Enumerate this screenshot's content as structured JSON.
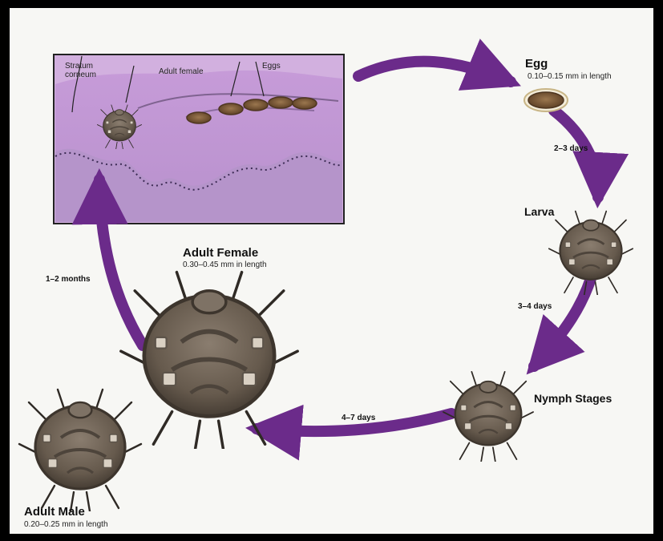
{
  "colors": {
    "arrow": "#6b2b8a",
    "skin_top": "#c79ad6",
    "skin_bottom": "#b58ccd",
    "mite_body": "#6f6456",
    "mite_shadow": "#4e463d",
    "egg": "#7a5b3a"
  },
  "skin_panel": {
    "stratum_corneum_label": "Stratum\ncorneum",
    "adult_female_label": "Adult female",
    "eggs_label": "Eggs"
  },
  "stages": {
    "egg": {
      "title": "Egg",
      "size": "0.10–0.15 mm in length"
    },
    "larva": {
      "title": "Larva"
    },
    "nymph": {
      "title": "Nymph Stages"
    },
    "adult_female": {
      "title": "Adult Female",
      "size": "0.30–0.45 mm in length"
    },
    "adult_male": {
      "title": "Adult Male",
      "size": "0.20–0.25 mm in length"
    }
  },
  "durations": {
    "egg_to_larva": "2–3 days",
    "larva_to_nymph": "3–4 days",
    "nymph_to_adult": "4–7 days",
    "adult_to_skin": "1–2 months"
  },
  "icons": {
    "mite": "mite-icon",
    "egg": "egg-icon",
    "arrow": "arrow-icon"
  }
}
